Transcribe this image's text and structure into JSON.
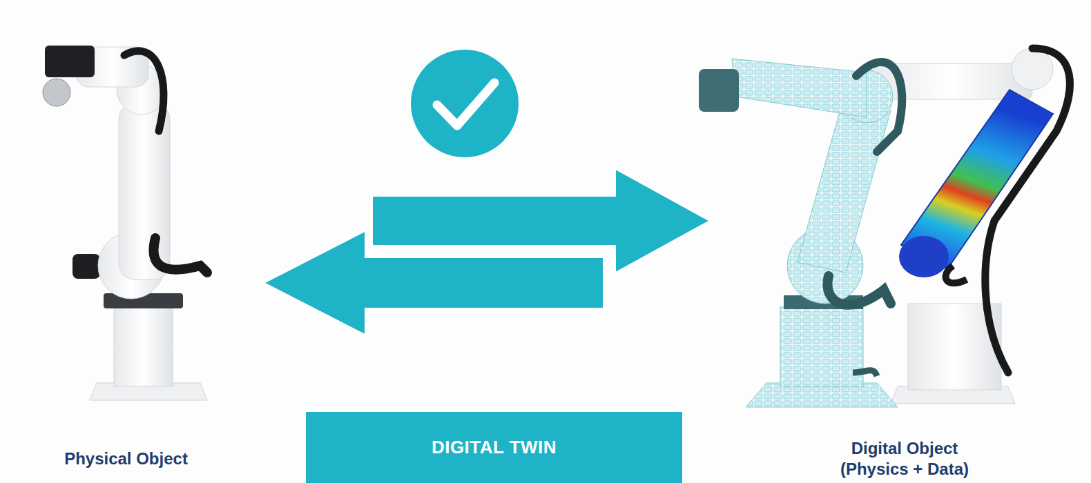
{
  "diagram": {
    "nodes": [
      {
        "text": [
          "Physical Object"
        ]
      },
      {
        "text": [
          "DIGITAL TWIN"
        ]
      },
      {
        "text": [
          "Digital Object (Physics + Data)"
        ]
      }
    ],
    "edges": [
      {
        "from": 0,
        "to": 2,
        "arrow": "to"
      },
      {
        "from": 2,
        "to": 0,
        "arrow": "to"
      }
    ]
  }
}
